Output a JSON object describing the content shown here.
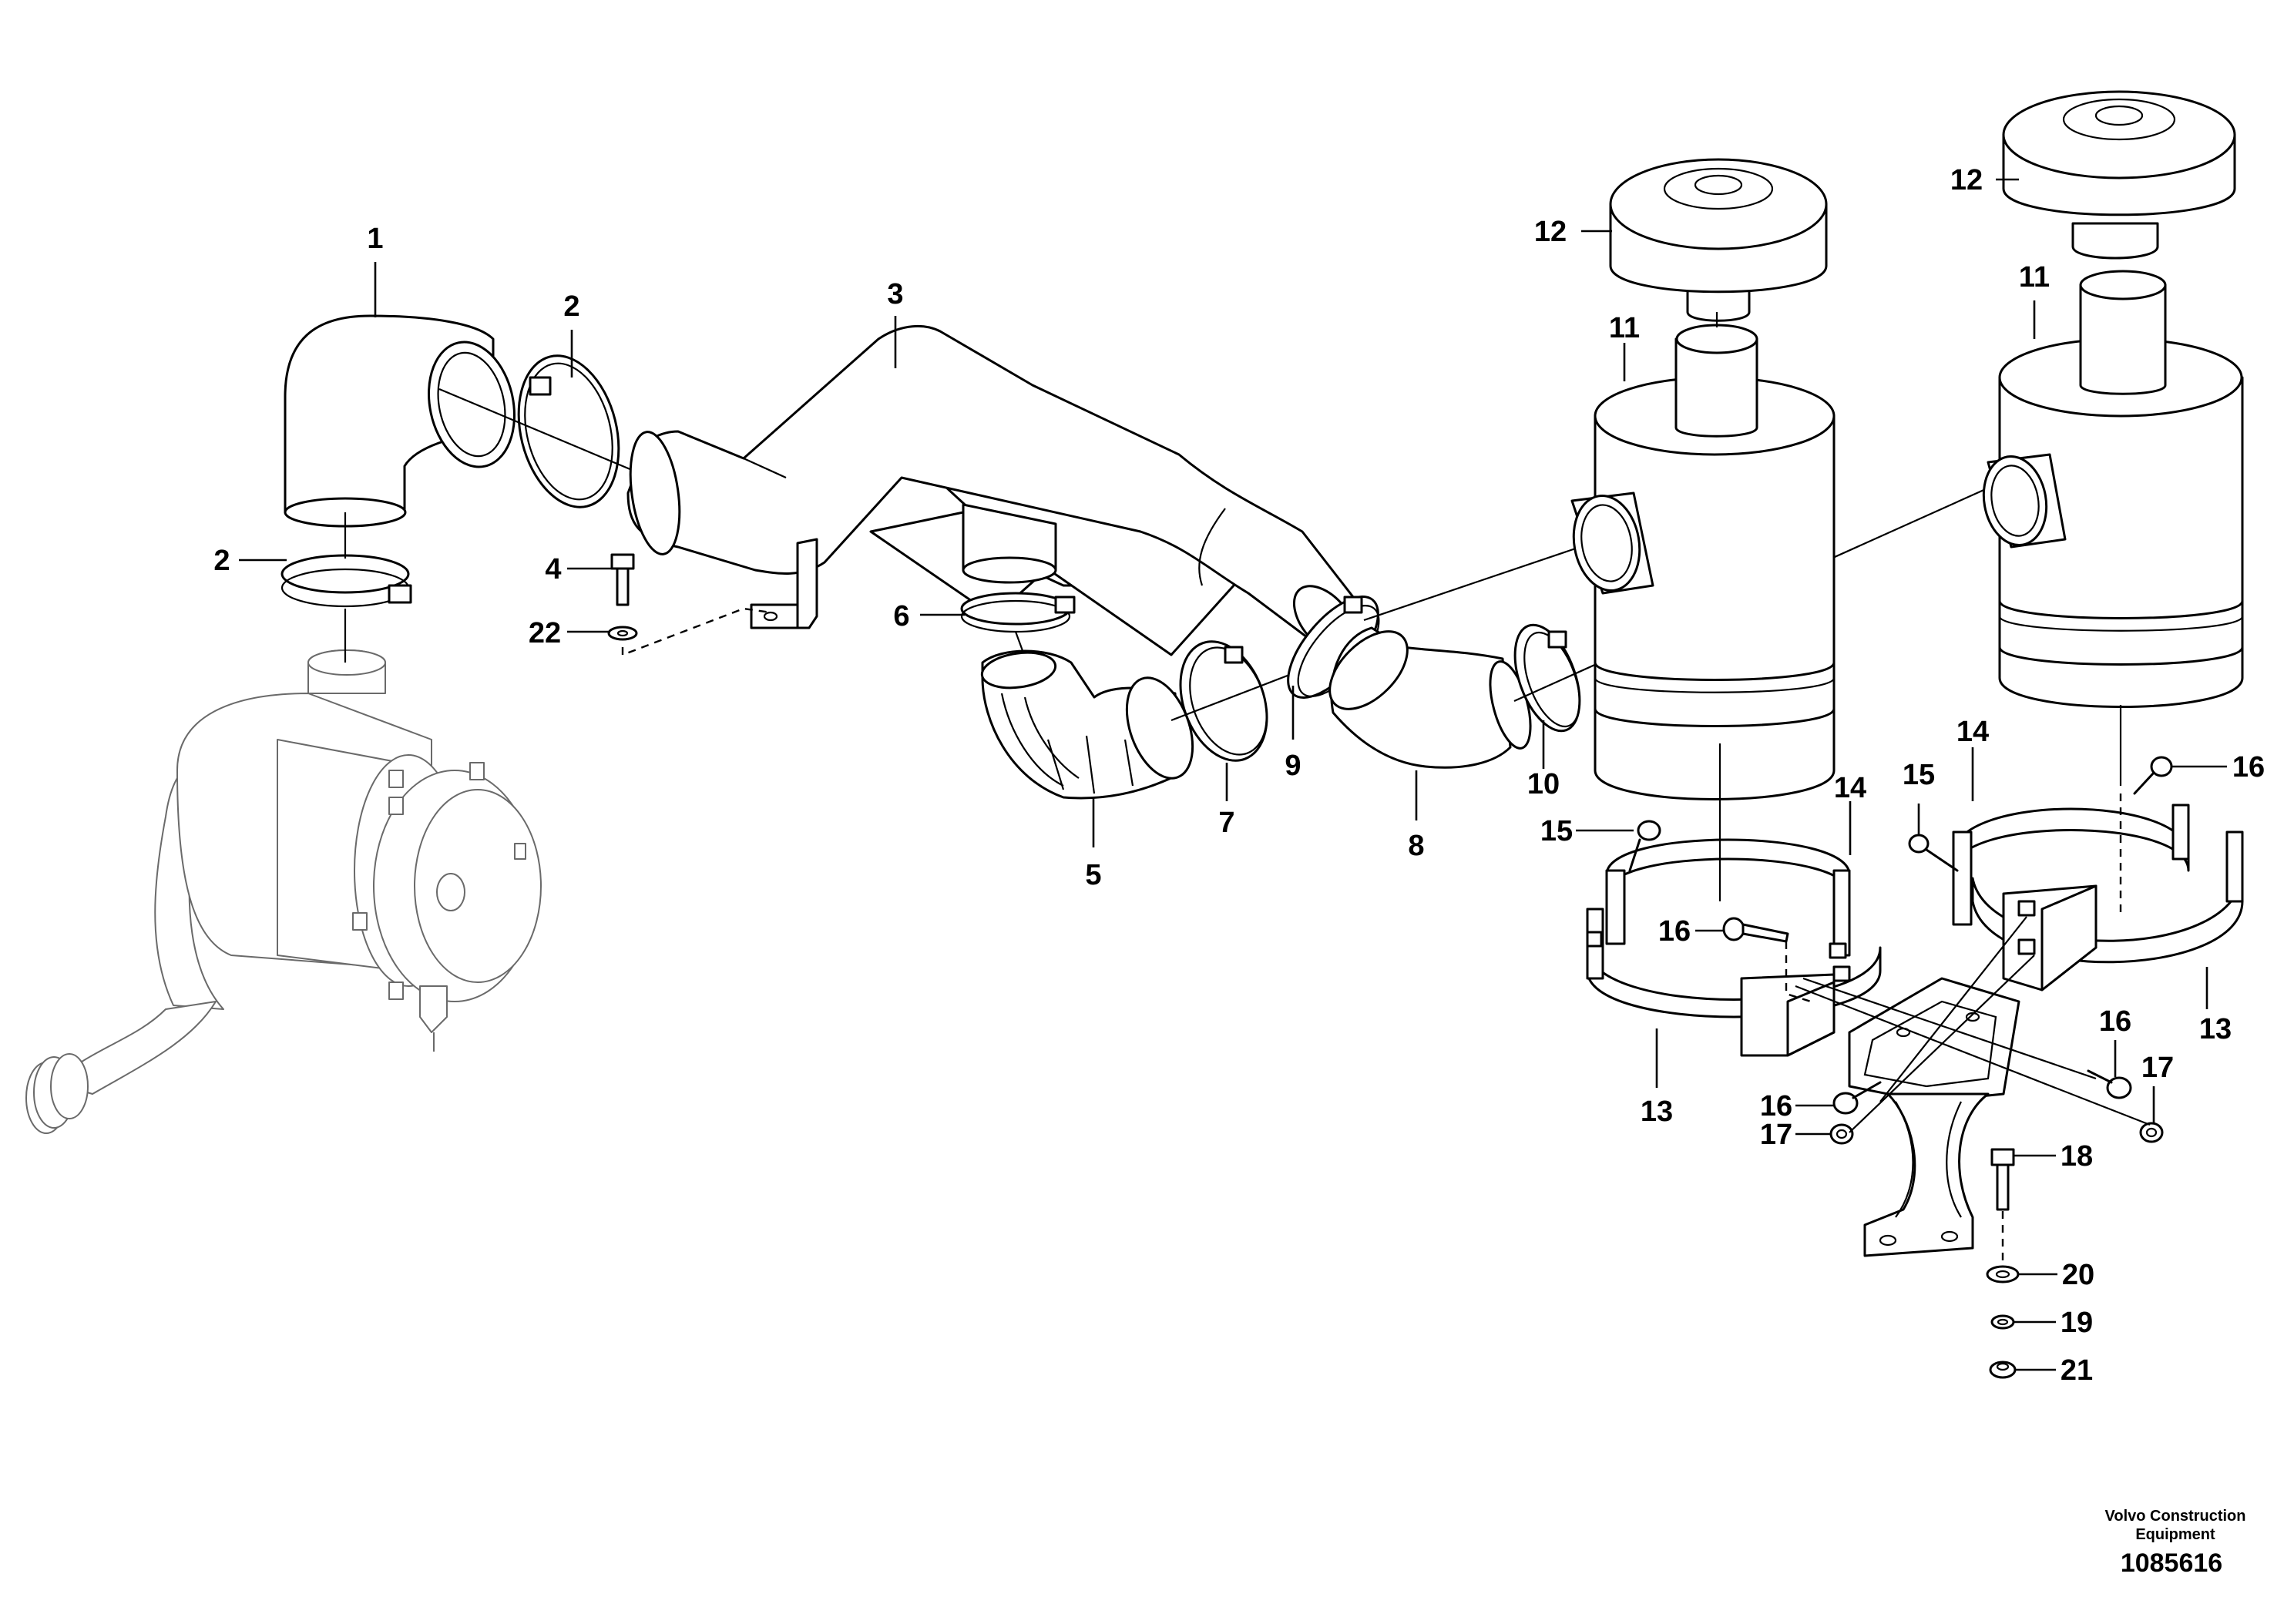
{
  "diagram": {
    "callouts": {
      "c1": "1",
      "c2a": "2",
      "c2b": "2",
      "c3": "3",
      "c4": "4",
      "c5": "5",
      "c6": "6",
      "c7": "7",
      "c8": "8",
      "c9": "9",
      "c10": "10",
      "c11a": "11",
      "c11b": "11",
      "c12a": "12",
      "c12b": "12",
      "c13a": "13",
      "c13b": "13",
      "c14a": "14",
      "c14b": "14",
      "c15a": "15",
      "c15b": "15",
      "c16a": "16",
      "c16b": "16",
      "c16c": "16",
      "c16d": "16",
      "c17a": "17",
      "c17b": "17",
      "c18": "18",
      "c19": "19",
      "c20": "20",
      "c21": "21",
      "c22": "22"
    },
    "footer": {
      "credit_line1": "Volvo Construction",
      "credit_line2": "Equipment",
      "doc_number": "1085616"
    }
  }
}
